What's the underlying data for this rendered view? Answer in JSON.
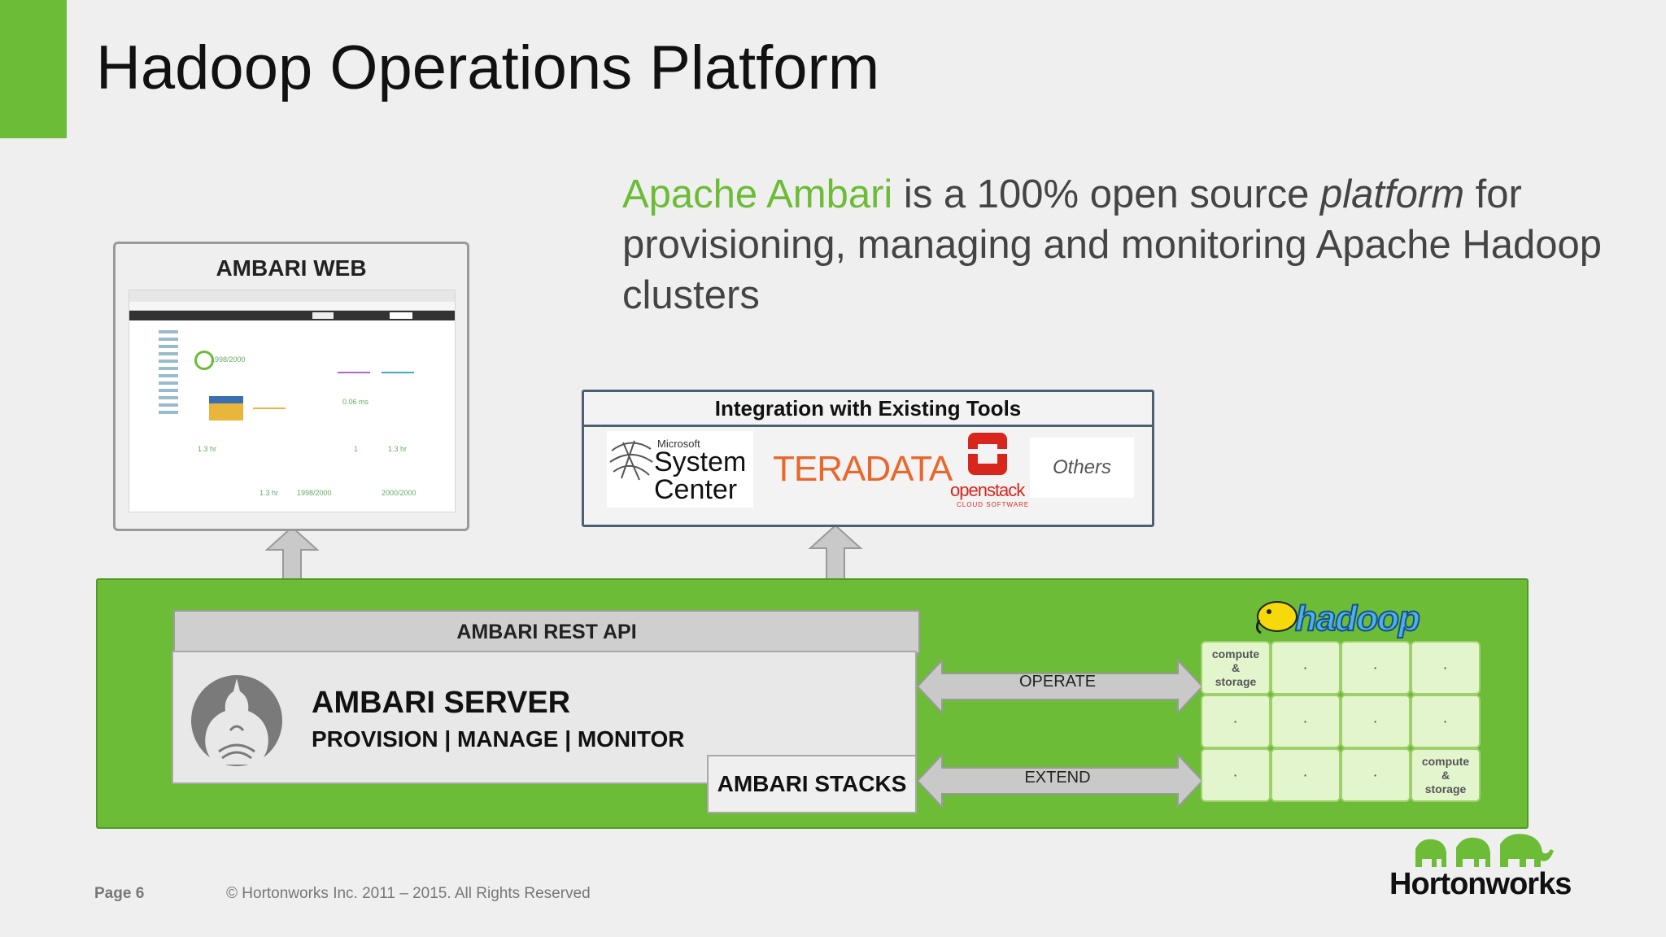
{
  "slide": {
    "title": "Hadoop Operations Platform",
    "tagline": {
      "highlight": "Apache Ambari",
      "text_before_emph": " is a 100% open source ",
      "emph": "platform",
      "text_after_emph": " for provisioning, managing and monitoring Apache Hadoop clusters"
    }
  },
  "ambari_web": {
    "title": "AMBARI WEB",
    "screenshot": {
      "stats": [
        "1998/2000",
        "0.06 ms",
        "1.3 hr",
        "1.3 hr",
        "1.3 hr",
        "1998/2000",
        "2000/2000",
        "1"
      ]
    }
  },
  "integration": {
    "title": "Integration with Existing Tools",
    "tools": {
      "system_center": {
        "prefix": "Microsoft",
        "line1": "System",
        "line2": "Center"
      },
      "teradata": "TERADATA",
      "openstack": {
        "name": "openstack",
        "sub": "CLOUD SOFTWARE"
      },
      "others": "Others"
    }
  },
  "platform": {
    "rest_api": "AMBARI REST API",
    "server_title": "AMBARI SERVER",
    "server_subtitle": "PROVISION | MANAGE | MONITOR",
    "stacks": "AMBARI STACKS",
    "operate_label": "OPERATE",
    "extend_label": "EXTEND",
    "hadoop_logo": "hadoop",
    "cluster": {
      "compute_storage": "compute\n&\nstorage",
      "dot": "·"
    }
  },
  "footer": {
    "page": "Page 6",
    "copyright": "© Hortonworks Inc. 2011 – 2015. All Rights Reserved",
    "logo": "Hortonworks"
  },
  "colors": {
    "accent_green": "#6cbc37",
    "cell_green": "#e3f5cd",
    "arrow_gray": "#c9c9c9",
    "integration_border": "#4d5f72"
  },
  "icons": [
    "ambari-logo-icon",
    "hadoop-elephant-icon",
    "hortonworks-elephants-icon",
    "openstack-icon",
    "system-center-icon"
  ]
}
